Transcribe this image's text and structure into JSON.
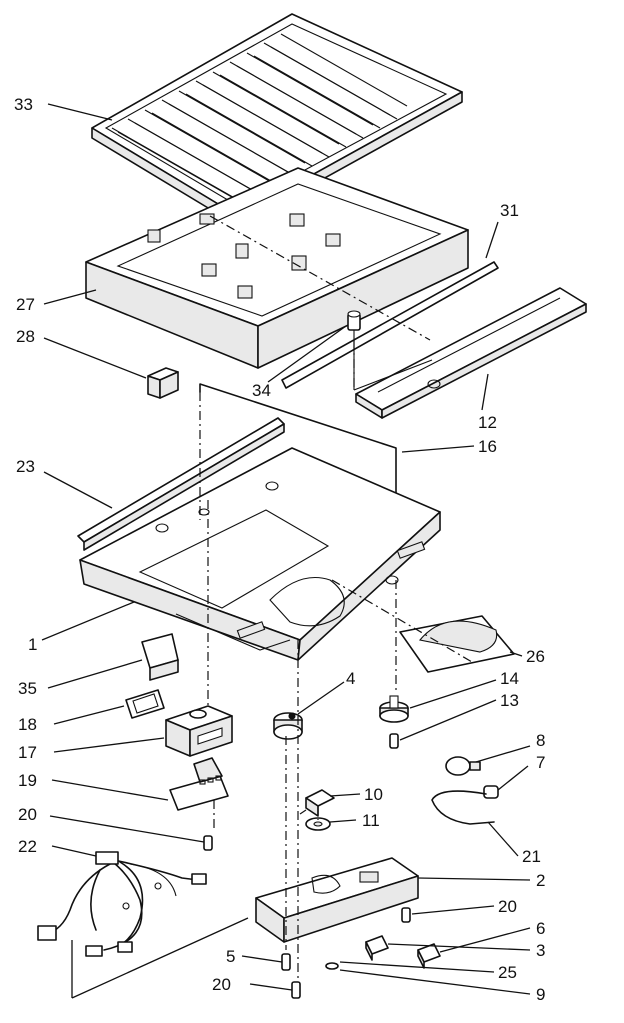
{
  "diagram": {
    "callouts": [
      {
        "id": "c33",
        "text": "33"
      },
      {
        "id": "c31",
        "text": "31"
      },
      {
        "id": "c27",
        "text": "27"
      },
      {
        "id": "c28",
        "text": "28"
      },
      {
        "id": "c34",
        "text": "34"
      },
      {
        "id": "c12",
        "text": "12"
      },
      {
        "id": "c16",
        "text": "16"
      },
      {
        "id": "c23",
        "text": "23"
      },
      {
        "id": "c1",
        "text": "1"
      },
      {
        "id": "c26",
        "text": "26"
      },
      {
        "id": "c35",
        "text": "35"
      },
      {
        "id": "c4",
        "text": "4"
      },
      {
        "id": "c14",
        "text": "14"
      },
      {
        "id": "c13",
        "text": "13"
      },
      {
        "id": "c18",
        "text": "18"
      },
      {
        "id": "c17",
        "text": "17"
      },
      {
        "id": "c8",
        "text": "8"
      },
      {
        "id": "c7",
        "text": "7"
      },
      {
        "id": "c10",
        "text": "10"
      },
      {
        "id": "c19",
        "text": "19"
      },
      {
        "id": "c11",
        "text": "11"
      },
      {
        "id": "c20a",
        "text": "20"
      },
      {
        "id": "c22",
        "text": "22"
      },
      {
        "id": "c21",
        "text": "21"
      },
      {
        "id": "c2",
        "text": "2"
      },
      {
        "id": "c20b",
        "text": "20"
      },
      {
        "id": "c6",
        "text": "6"
      },
      {
        "id": "c3",
        "text": "3"
      },
      {
        "id": "c5",
        "text": "5"
      },
      {
        "id": "c25",
        "text": "25"
      },
      {
        "id": "c20c",
        "text": "20"
      },
      {
        "id": "c9",
        "text": "9"
      }
    ]
  }
}
